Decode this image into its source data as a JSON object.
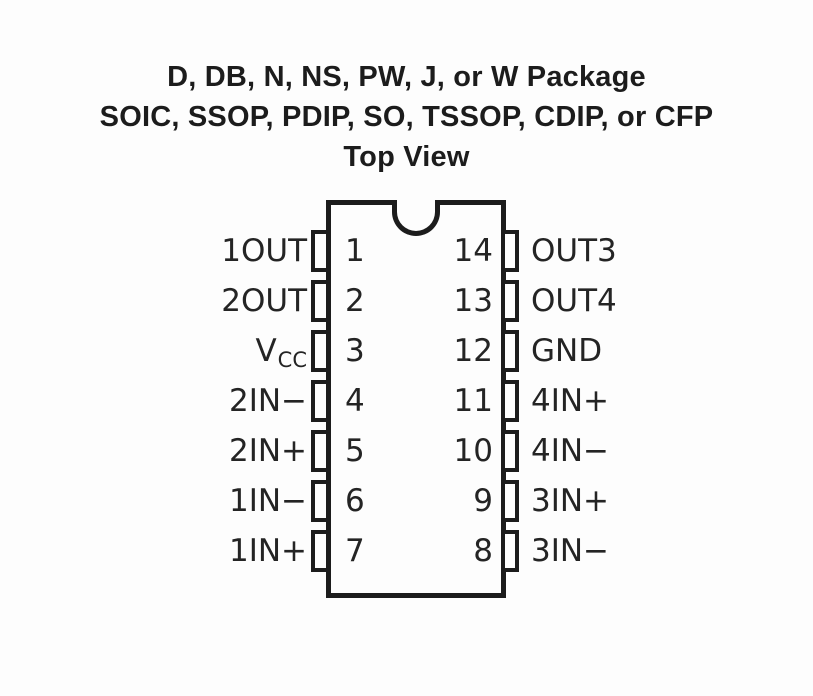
{
  "title": {
    "line1": "D, DB, N, NS, PW, J, or W Package",
    "line2": "SOIC, SSOP, PDIP, SO, TSSOP, CDIP, or CFP",
    "line3": "Top View"
  },
  "pins": {
    "left": [
      {
        "number": "1",
        "label": "1OUT"
      },
      {
        "number": "2",
        "label": "2OUT"
      },
      {
        "number": "3",
        "label_main": "V",
        "label_sub": "CC"
      },
      {
        "number": "4",
        "label": "2IN−"
      },
      {
        "number": "5",
        "label": "2IN+"
      },
      {
        "number": "6",
        "label": "1IN−"
      },
      {
        "number": "7",
        "label": "1IN+"
      }
    ],
    "right": [
      {
        "number": "14",
        "label": "OUT3"
      },
      {
        "number": "13",
        "label": "OUT4"
      },
      {
        "number": "12",
        "label": "GND"
      },
      {
        "number": "11",
        "label": "4IN+"
      },
      {
        "number": "10",
        "label": "4IN−"
      },
      {
        "number": "9",
        "label": "3IN+"
      },
      {
        "number": "8",
        "label": "3IN−"
      }
    ]
  },
  "colors": {
    "background": "#fdfdfd",
    "line": "#1c1c1c",
    "text": "#242424"
  }
}
